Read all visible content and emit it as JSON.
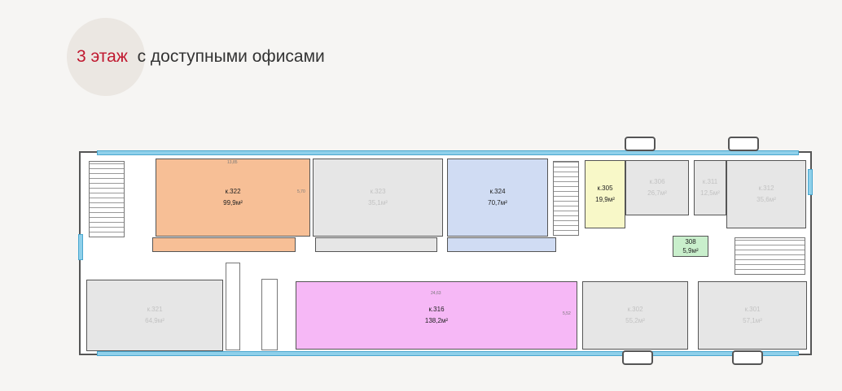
{
  "header": {
    "floor": "3 этаж",
    "subtitle": "с доступными офисами"
  },
  "rooms": [
    {
      "id": "к.322",
      "area": "99,9м²",
      "color": "#f7bf96",
      "status": "available"
    },
    {
      "id": "к.323",
      "area": "35,1м²",
      "color": "#e6e6e6",
      "status": "occupied"
    },
    {
      "id": "к.324",
      "area": "70,7м²",
      "color": "#d0dcf3",
      "status": "available"
    },
    {
      "id": "к.305",
      "area": "19,9м²",
      "color": "#f8f8c8",
      "status": "available"
    },
    {
      "id": "к.306",
      "area": "26,7м²",
      "color": "#e6e6e6",
      "status": "occupied"
    },
    {
      "id": "к.311",
      "area": "12,5м²",
      "color": "#e6e6e6",
      "status": "occupied"
    },
    {
      "id": "к.312",
      "area": "35,6м²",
      "color": "#e6e6e6",
      "status": "occupied"
    },
    {
      "id": "308",
      "area": "5,9м²",
      "color": "#c9efcc",
      "status": "available"
    },
    {
      "id": "к.321",
      "area": "64,9м²",
      "color": "#e6e6e6",
      "status": "occupied"
    },
    {
      "id": "к.316",
      "area": "138,2м²",
      "color": "#f6b8f6",
      "status": "available"
    },
    {
      "id": "к.302",
      "area": "55,2м²",
      "color": "#e6e6e6",
      "status": "occupied"
    },
    {
      "id": "к.301",
      "area": "57,1м²",
      "color": "#e6e6e6",
      "status": "occupied"
    }
  ],
  "dimensions": {
    "r322_w": "13,85",
    "r322_h": "5,70",
    "r316_w": "24,63",
    "r316_h": "5,52"
  }
}
